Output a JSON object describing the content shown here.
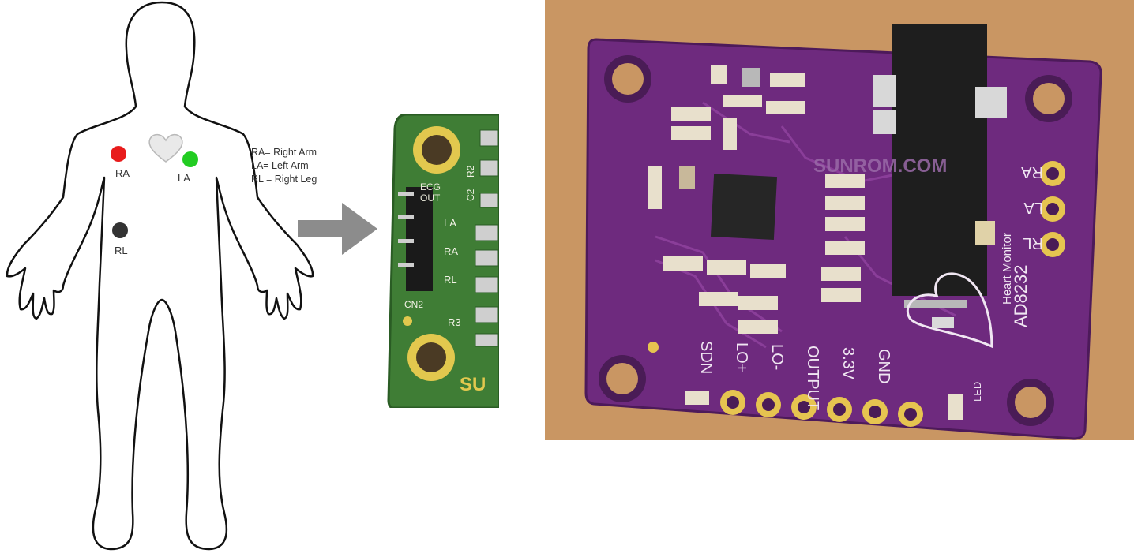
{
  "body_diagram": {
    "electrodes": [
      {
        "label": "RA",
        "color": "#e81b1b"
      },
      {
        "label": "LA",
        "color": "#22cc22"
      },
      {
        "label": "RL",
        "color": "#333333"
      }
    ],
    "legend": [
      {
        "text": "RA= Right Arm"
      },
      {
        "text": "LA= Left Arm"
      },
      {
        "text": "RL = Right Leg"
      }
    ]
  },
  "arrow_icon": "right-arrow-icon",
  "connector_board": {
    "labels": {
      "ecg": "ECG",
      "out": "OUT",
      "la": "LA",
      "ra": "RA",
      "rl": "RL",
      "cn2": "CN2",
      "r2": "R2",
      "r3": "R3",
      "c2": "C2",
      "brand": "SU"
    }
  },
  "ad8232_board": {
    "watermark": "SUNROM.COM",
    "pin_labels_right": [
      "RA",
      "LA",
      "RL"
    ],
    "pin_labels_bottom": [
      "SDN",
      "LO+",
      "LO-",
      "OUTPUT",
      "3.3V",
      "GND"
    ],
    "model": "AD8232",
    "subtitle": "Heart Monitor",
    "led_label": "LED",
    "colors": {
      "pcb": "#6e2a7e",
      "background": "#c99663",
      "pads": "#e6c450"
    }
  }
}
